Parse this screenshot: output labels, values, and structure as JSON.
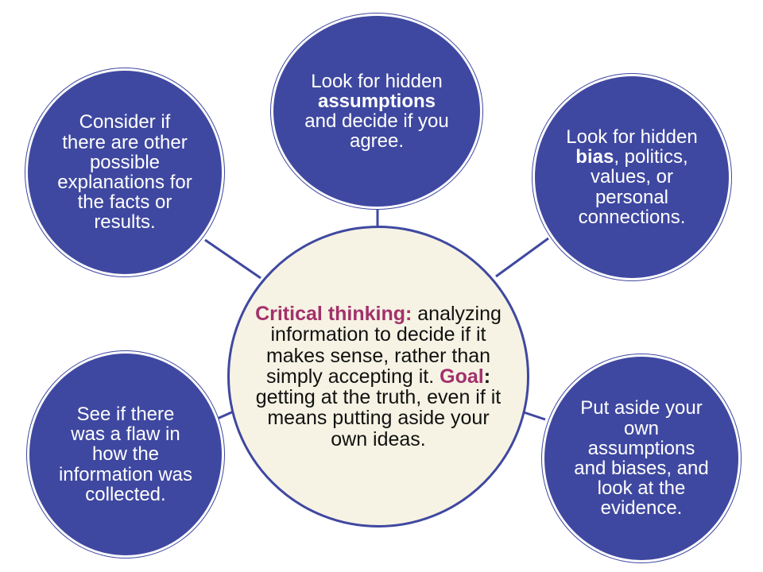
{
  "colors": {
    "outer_fill": "#3f48a0",
    "outer_text": "#ffffff",
    "center_fill": "#f6f3e4",
    "center_text": "#111111",
    "accent": "#a3306b",
    "connector": "#3f48a0"
  },
  "center": {
    "term": "Critical thinking:",
    "definition": "analyzing information to decide if it makes sense, rather than simply accepting it.",
    "goal_label": "Goal",
    "goal_colon": ":",
    "goal_text": " getting at the truth, even if it means putting aside your own ideas."
  },
  "nodes": {
    "top": {
      "before": "Look for hidden ",
      "bold": "assumptions",
      "after": " and decide if you agree."
    },
    "top_left": {
      "text": "Consider if there are other possible explanations for the facts or results."
    },
    "top_right": {
      "before": "Look for hidden ",
      "bold": "bias",
      "after": ", politics, values, or personal connections."
    },
    "bottom_left": {
      "text": "See if there was a flaw in how the information was collected."
    },
    "bottom_right": {
      "text": "Put aside your own assumptions and biases, and look at the evidence."
    }
  }
}
